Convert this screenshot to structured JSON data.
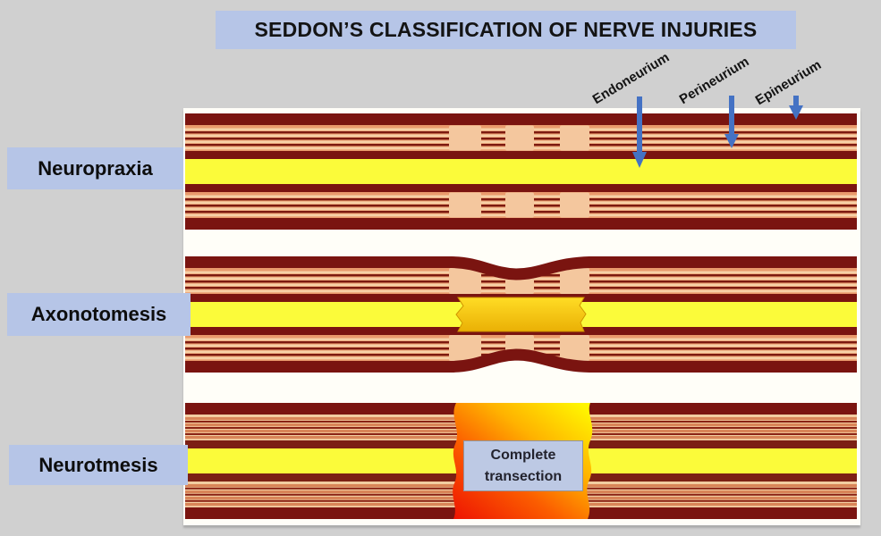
{
  "title": {
    "text": "SEDDON’S CLASSIFICATION OF NERVE INJURIES"
  },
  "rows": [
    {
      "label": "Neuropraxia"
    },
    {
      "label": "Axonotomesis"
    },
    {
      "label": "Neurotmesis"
    }
  ],
  "layer_labels": [
    {
      "label": "Endoneurium"
    },
    {
      "label": "Perineurium"
    },
    {
      "label": "Epineurium"
    }
  ],
  "annotations": {
    "complete_transection": "Complete transection"
  },
  "colors": {
    "page_background": "#d0d0d0",
    "panel_background": "#fffef8",
    "label_box_blue": "#b6c5e7",
    "transection_box_blue": "#bdc9e4",
    "arrow_blue": "#4472c4",
    "epineurium_maroon": "#7a1410",
    "perineurium_salmon": "#ea9a6c",
    "demyelinated_block": "#f4c79e",
    "axon_yellow": "#fbfb3a",
    "damaged_axon_gold": "#f0b90e",
    "transection_red": "#ee1302",
    "transection_yellow": "#fff500"
  }
}
